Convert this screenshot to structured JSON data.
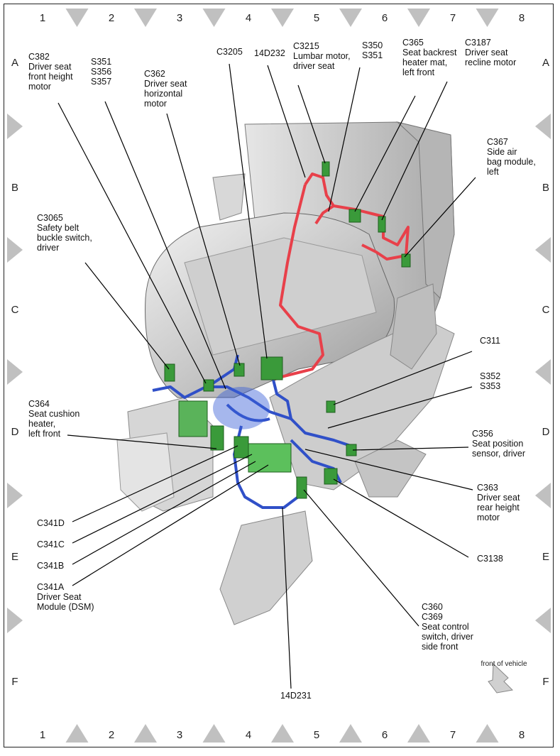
{
  "grid": {
    "columns": [
      "1",
      "2",
      "3",
      "4",
      "5",
      "6",
      "7",
      "8"
    ],
    "rows": [
      "A",
      "B",
      "C",
      "D",
      "E",
      "F"
    ]
  },
  "labels": {
    "c382": [
      "C382",
      "Driver seat",
      "front height",
      "motor"
    ],
    "s351": [
      "S351",
      "S356",
      "S357"
    ],
    "c362": [
      "C362",
      "Driver seat",
      "horizontal",
      "motor"
    ],
    "c3205": [
      "C3205"
    ],
    "d14d232": [
      "14D232"
    ],
    "c3215": [
      "C3215",
      "Lumbar motor,",
      "driver seat"
    ],
    "s350": [
      "S350",
      "S351"
    ],
    "c365": [
      "C365",
      "Seat backrest",
      "heater mat,",
      "left front"
    ],
    "c3187": [
      "C3187",
      "Driver seat",
      "recline motor"
    ],
    "c367": [
      "C367",
      "Side air",
      "bag module,",
      "left"
    ],
    "c3065": [
      "C3065",
      "Safety belt",
      "buckle switch,",
      "driver"
    ],
    "c311": [
      "C311"
    ],
    "s352": [
      "S352",
      "S353"
    ],
    "c364": [
      "C364",
      "Seat cushion",
      "heater,",
      "left front"
    ],
    "c356": [
      "C356",
      "Seat position",
      "sensor, driver"
    ],
    "c363": [
      "C363",
      "Driver seat",
      "rear height",
      "motor"
    ],
    "c341d": [
      "C341D"
    ],
    "c341c": [
      "C341C"
    ],
    "c341b": [
      "C341B"
    ],
    "c341a": [
      "C341A",
      "Driver Seat",
      "Module (DSM)"
    ],
    "c3138": [
      "C3138"
    ],
    "c360": [
      "C360",
      "C369",
      "Seat control",
      "switch, driver",
      "side front"
    ],
    "d14d231": [
      "14D231"
    ]
  },
  "front_label": "front of vehicle",
  "colors": {
    "harness_red": "#e8404a",
    "harness_blue": "#3050c8",
    "connector_green": "#3a9a3a",
    "seat_gray": "#c8c8c8",
    "marker_gray": "#c0c0c0"
  }
}
